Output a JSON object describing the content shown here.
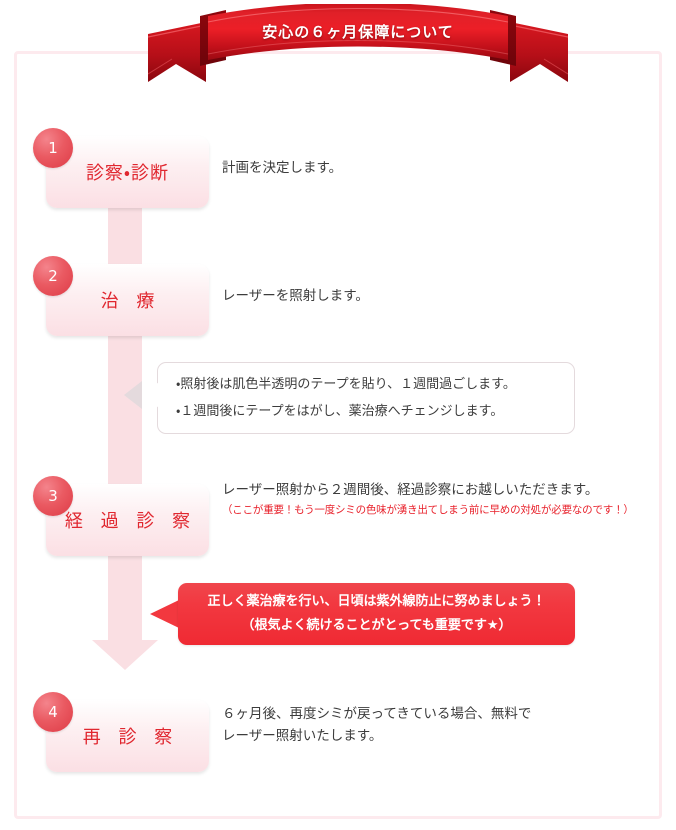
{
  "banner": {
    "title": "安心の６ヶ月保障について"
  },
  "colors": {
    "accent_red": "#e0272f",
    "badge_red": "#ea5a62",
    "callout_red": "#f2383f",
    "frame_pink": "#fdeaee",
    "connector_pink": "#fadfe3",
    "box_pink": "#fbdfe4"
  },
  "steps": [
    {
      "number": "1",
      "label": "診察・診断",
      "desc": "計画を決定します。",
      "note": ""
    },
    {
      "number": "2",
      "label": "治 療",
      "desc": "レーザーを照射します。",
      "note": ""
    },
    {
      "number": "3",
      "label": "経 過 診 察",
      "desc": "レーザー照射から２週間後、経過診察にお越しいただきます。",
      "note": "（ここが重要！もう一度シミの色味が湧き出てしまう前に早めの対処が必要なのです！）"
    },
    {
      "number": "4",
      "label": "再 診 察",
      "desc_line1": "６ヶ月後、再度シミが戻ってきている場合、無料で",
      "desc_line2": "レーザー照射いたします。",
      "note": ""
    }
  ],
  "bubble": {
    "line1": "・照射後は肌色半透明のテープを貼り、１週間過ごします。",
    "line2": "・１週間後にテープをはがし、薬治療へチェンジします。"
  },
  "callout": {
    "line1": "正しく薬治療を行い、日頃は紫外線防止に努めましょう！",
    "line2": "（根気よく続けることがとっても重要です★）"
  }
}
